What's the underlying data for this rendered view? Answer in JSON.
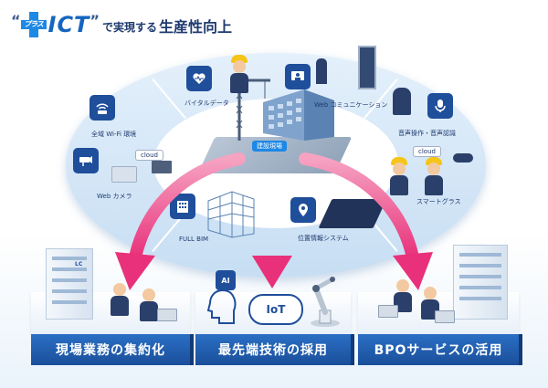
{
  "title": {
    "plus_ruby": "プラス",
    "open_quote": "“",
    "close_quote": "”",
    "ict": "ICT",
    "connector": "で実現する",
    "main": "生産性向上"
  },
  "features": {
    "vital_data": "バイタルデータ",
    "web_communication": "Web コミュニケーション",
    "voice_operation": "音声操作・音声認識",
    "wifi": "全域 Wi-Fi 環境",
    "construction_site": "建設現場",
    "web_camera": "Web カメラ",
    "smart_glasses": "スマートグラス",
    "full_bim": "FULL BIM",
    "location_system": "位置情報システム",
    "cloud_tag_left": "cloud",
    "cloud_tag_right": "cloud"
  },
  "platforms": [
    {
      "label": "現場業務の集約化"
    },
    {
      "label": "最先端技術の採用"
    },
    {
      "label": "BPOサービスの活用"
    }
  ],
  "iot_label": "IoT",
  "ai_label": "AI",
  "building_sign": "LC",
  "colors": {
    "arrow_pink": "#e8317a",
    "brand_blue": "#1f4e9a",
    "platform_blue": "#1b4f9a"
  }
}
